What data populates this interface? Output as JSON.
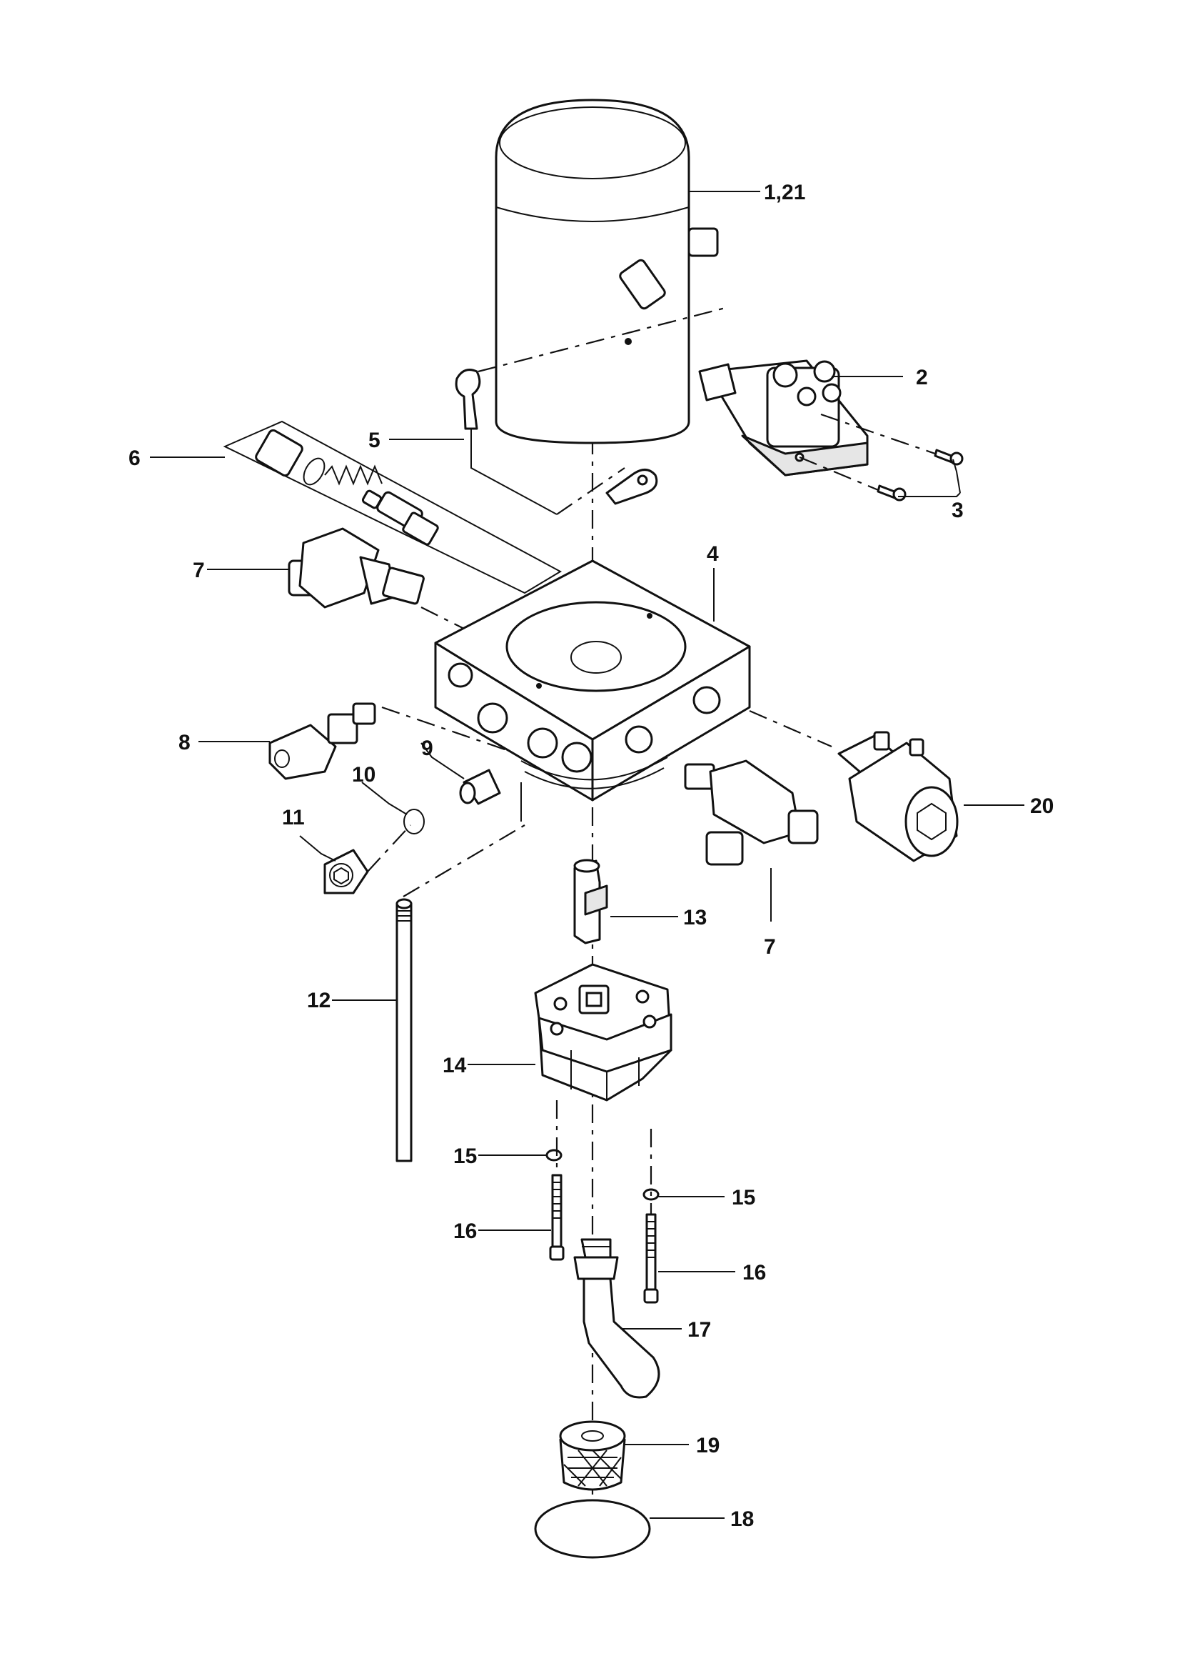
{
  "callouts": {
    "c1_21": "1,21",
    "c2": "2",
    "c3": "3",
    "c4": "4",
    "c5": "5",
    "c6": "6",
    "c7a": "7",
    "c7b": "7",
    "c8": "8",
    "c9": "9",
    "c10": "10",
    "c11": "11",
    "c12": "12",
    "c13": "13",
    "c14": "14",
    "c15a": "15",
    "c15b": "15",
    "c16a": "16",
    "c16b": "16",
    "c17": "17",
    "c18": "18",
    "c19": "19",
    "c20": "20"
  }
}
